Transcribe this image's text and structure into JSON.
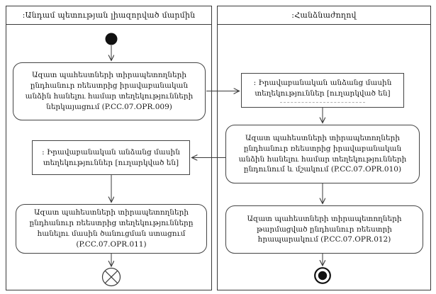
{
  "diagram": {
    "type": "uml-activity-diagram",
    "colors": {
      "line": "#3a3a3a",
      "background": "#ffffff",
      "node_fill": "#ffffff",
      "text": "#1a1a1a"
    },
    "lanes": [
      {
        "title": ":Անդամ պետության լիազորված մարմին"
      },
      {
        "title": ":Հանձնաժողով"
      }
    ],
    "nodes": {
      "initial": {
        "icon": "initial-node-icon"
      },
      "action_009": {
        "label": "Ազատ պահեստների տիրապետողների ընդհանուր ռեեստրից իրավաբանական անձին հանելու համար տեղեկությունների ներկայացում (P.CC.07.OPR.009)",
        "code": "P.CC.07.OPR.009",
        "lane": 0
      },
      "object_sent_right": {
        "label": ": Իրավաբանական անձանց մասին տեղեկություններ [ուղարկված են]",
        "lane": 1
      },
      "action_010": {
        "label": "Ազատ պահեստների տիրապետողների ընդհանուր ռեեստրից իրավաբանական անձին հանելու համար տեղեկությունների ընդունում և մշակում (P.CC.07.OPR.010)",
        "code": "P.CC.07.OPR.010",
        "lane": 1
      },
      "object_sent_left": {
        "label": ": Իրավաբանական անձանց մասին տեղեկություններ [ուղարկված են]",
        "lane": 0
      },
      "action_011": {
        "label": "Ազատ պահեստների տիրապետողների ընդհանուր ռեեստրից տեղեկությունները հանելու մասին ծանուցման ստացում (P.CC.07.OPR.011)",
        "code": "P.CC.07.OPR.011",
        "lane": 0
      },
      "action_012": {
        "label": "Ազատ պահեստների տիրապետողների թարմացված ընդհանուր ռեեստրի հրապարակում (P.CC.07.OPR.012)",
        "code": "P.CC.07.OPR.012",
        "lane": 1
      },
      "flow_final": {
        "icon": "flow-final-icon",
        "lane": 0
      },
      "activity_final": {
        "icon": "activity-final-icon",
        "lane": 1
      }
    },
    "edges": [
      {
        "from": "initial",
        "to": "action_009"
      },
      {
        "from": "action_009",
        "to": "object_sent_right"
      },
      {
        "from": "object_sent_right",
        "to": "action_010"
      },
      {
        "from": "action_010",
        "to": "object_sent_left"
      },
      {
        "from": "object_sent_left",
        "to": "action_011"
      },
      {
        "from": "action_011",
        "to": "flow_final"
      },
      {
        "from": "action_010",
        "to": "action_012"
      },
      {
        "from": "action_012",
        "to": "activity_final"
      }
    ]
  }
}
